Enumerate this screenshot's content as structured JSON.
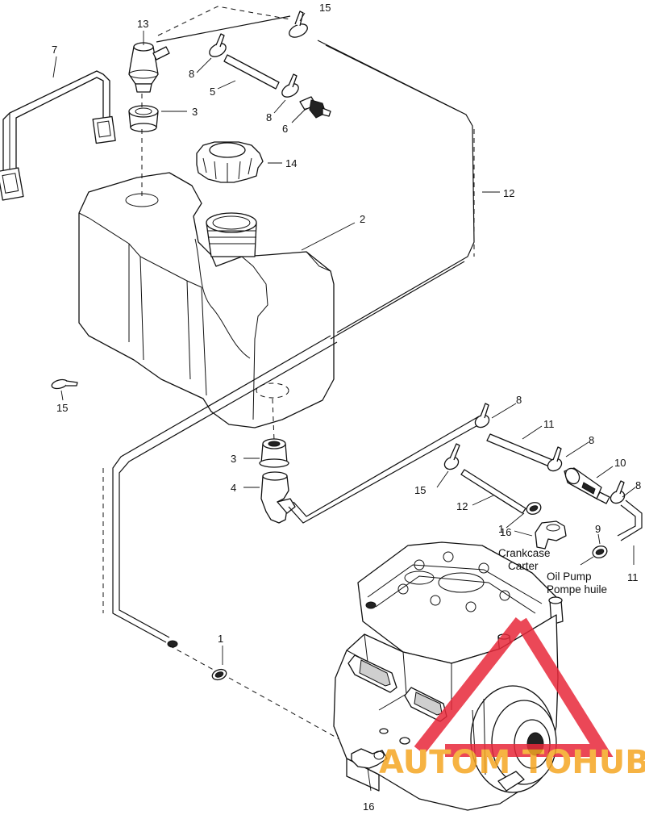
{
  "callouts": {
    "c1a": "1",
    "c1b": "1",
    "c2": "2",
    "c3a": "3",
    "c3b": "3",
    "c4": "4",
    "c5": "5",
    "c6": "6",
    "c7": "7",
    "c8a": "8",
    "c8b": "8",
    "c8c": "8",
    "c8d": "8",
    "c8e": "8",
    "c9": "9",
    "c10": "10",
    "c11a": "11",
    "c11b": "11",
    "c12a": "12",
    "c12b": "12",
    "c13": "13",
    "c14": "14",
    "c15a": "15",
    "c15b": "15",
    "c15c": "15",
    "c16a": "16",
    "c16b": "16"
  },
  "notes": {
    "crankcase_en": "Crankcase",
    "crankcase_fr": "Carter",
    "oilpump_en": "Oil Pump",
    "oilpump_fr": "Pompe huile"
  },
  "watermark": {
    "text_a": "AUTOM",
    "text_b": "TOHUB",
    "color_orange": "#f5a623",
    "color_red": "#e8283a"
  }
}
